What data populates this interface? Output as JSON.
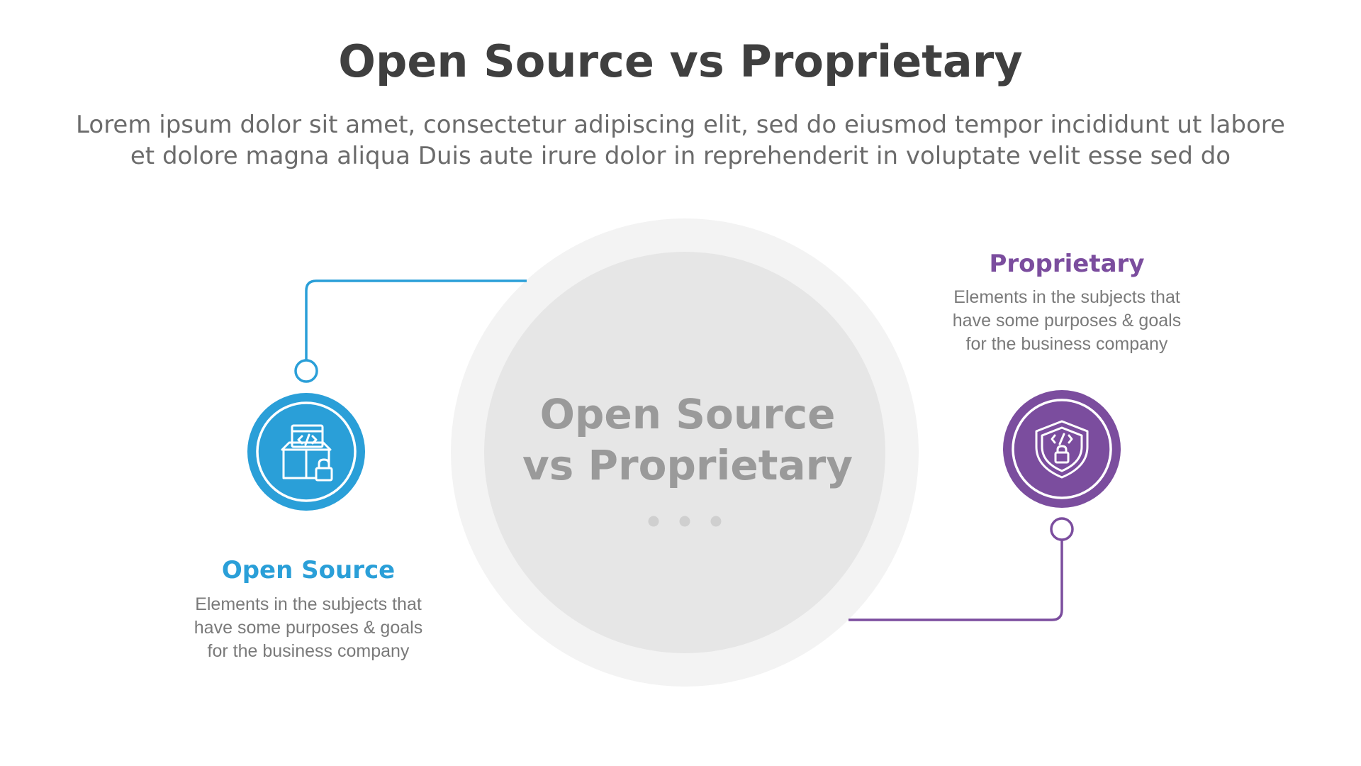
{
  "header": {
    "title": "Open Source vs Proprietary",
    "subtitle_line1": "Lorem ipsum dolor sit amet, consectetur adipiscing elit, sed do eiusmod tempor incididunt ut labore",
    "subtitle_line2": "et dolore magna aliqua Duis aute irure dolor in reprehenderit in voluptate velit esse sed do"
  },
  "center": {
    "line1": "Open Source",
    "line2": "vs Proprietary"
  },
  "left": {
    "title": "Open Source",
    "desc_line1": "Elements in the subjects that",
    "desc_line2": "have  some purposes & goals",
    "desc_line3": "for the  business company",
    "icon": "code-box-lock-icon",
    "color": "#2a9fd8"
  },
  "right": {
    "title": "Proprietary",
    "desc_line1": "Elements in the subjects that",
    "desc_line2": "have  some purposes & goals",
    "desc_line3": "for the  business company",
    "icon": "shield-code-lock-icon",
    "color": "#7b4d9e"
  },
  "colors": {
    "outer_ring": "#f3f3f3",
    "inner_circle": "#e6e6e6",
    "dots": "#cfcfcf"
  }
}
